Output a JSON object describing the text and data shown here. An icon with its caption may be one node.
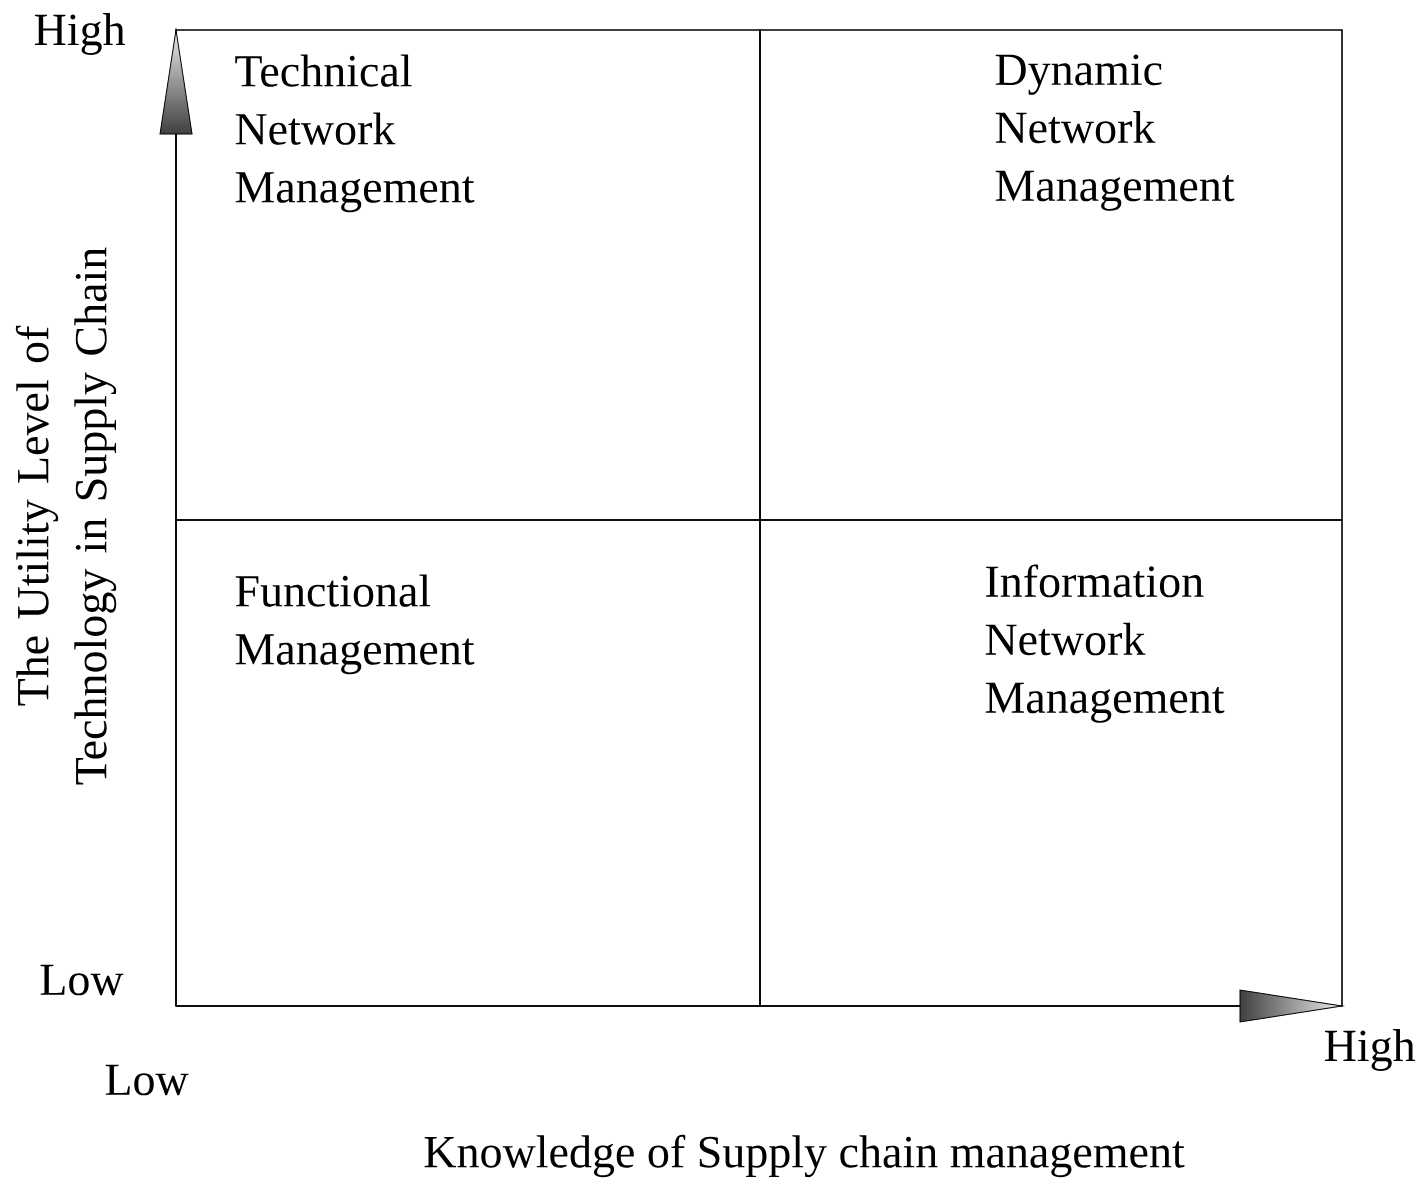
{
  "diagram": {
    "nodes": [
      {
        "text": [
          "Technical Network Management"
        ]
      },
      {
        "text": [
          "Dynamic Network Management"
        ]
      },
      {
        "text": [
          "Functional Management"
        ]
      },
      {
        "text": [
          "Information Network Management"
        ]
      }
    ],
    "labels": [
      "High",
      "Low",
      "The Utility Level of Technology in Supply Chain",
      "Low",
      "High",
      "Knowledge of Supply chain management"
    ]
  }
}
